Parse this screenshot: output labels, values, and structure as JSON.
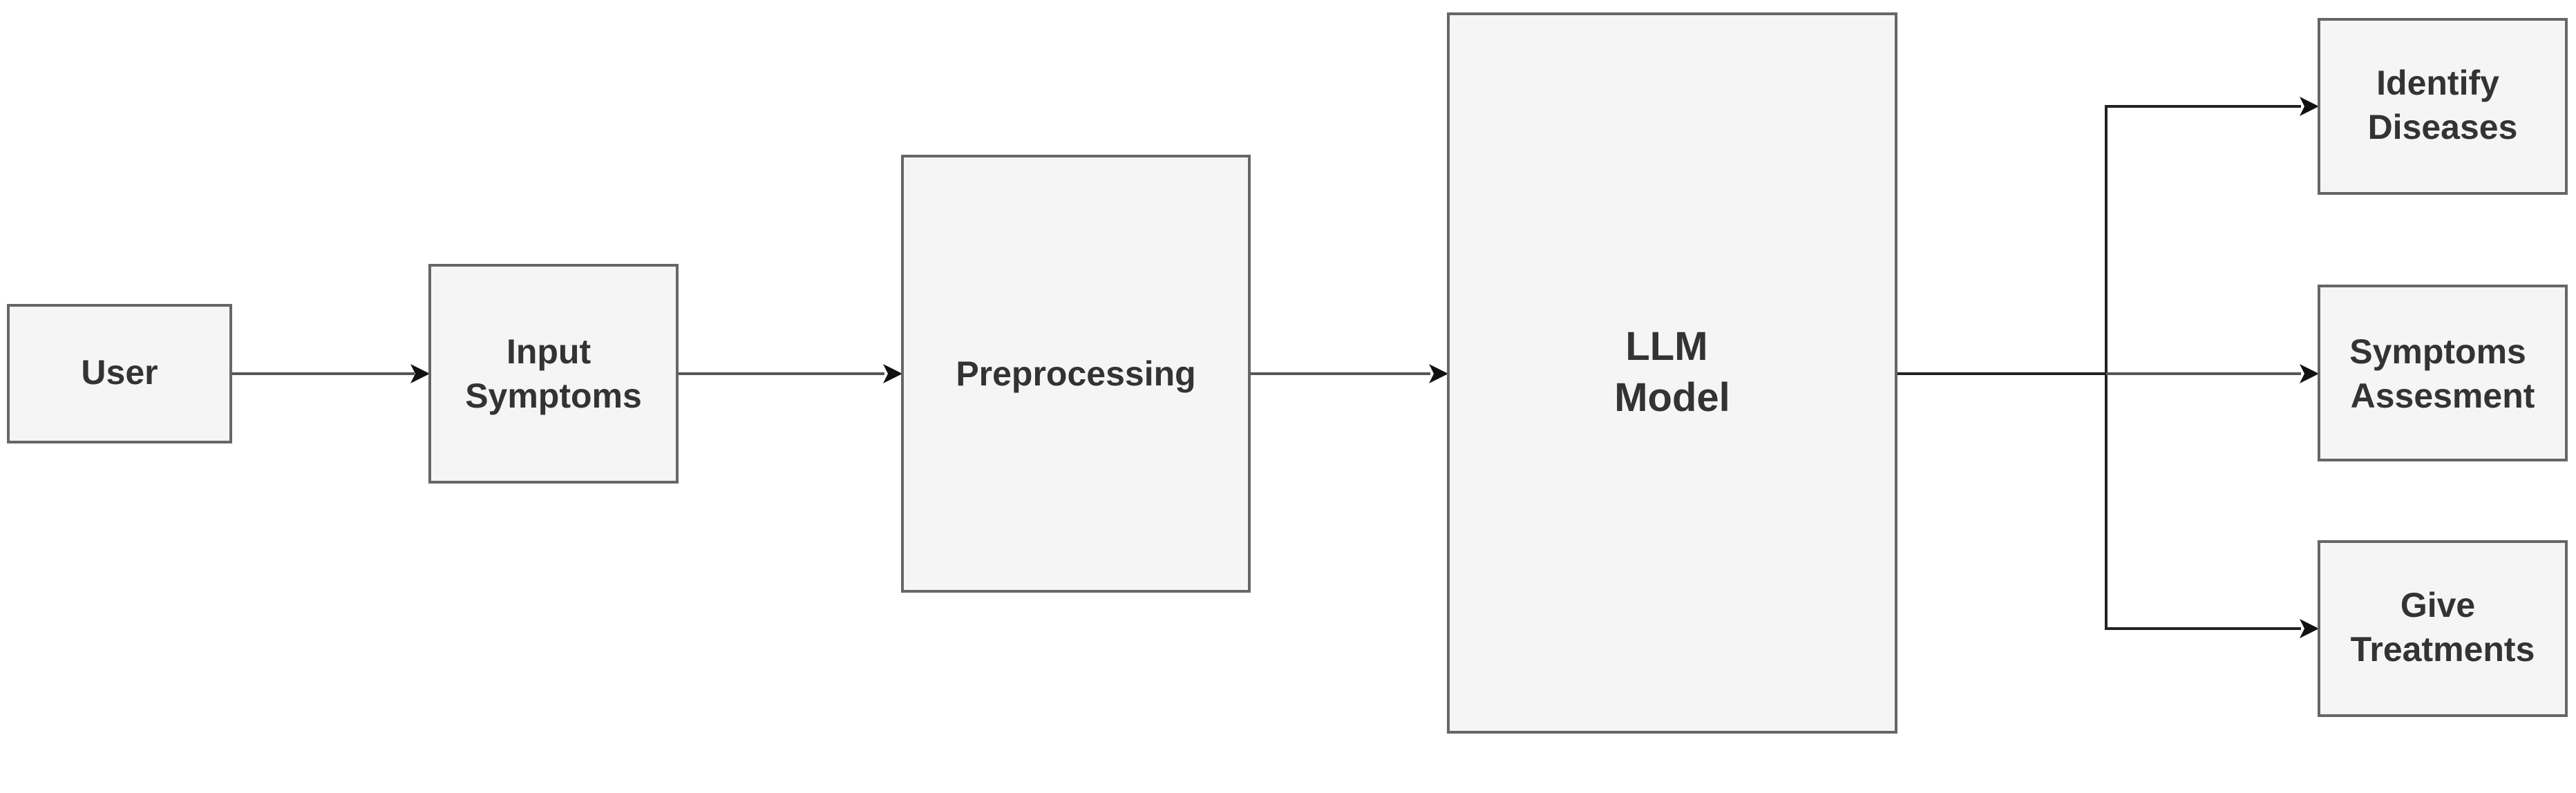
{
  "nodes": {
    "user": {
      "lines": [
        "User"
      ]
    },
    "input_symptoms": {
      "lines": [
        "Input",
        "Symptoms"
      ]
    },
    "preprocessing": {
      "lines": [
        "Preprocessing"
      ]
    },
    "llm_model": {
      "lines": [
        "LLM",
        "Model"
      ]
    },
    "identify_diseases": {
      "lines": [
        "Identify",
        "Diseases"
      ]
    },
    "symptoms_assessment": {
      "lines": [
        "Symptoms",
        "Assesment"
      ]
    },
    "give_treatments": {
      "lines": [
        "Give",
        "Treatments"
      ]
    }
  },
  "edges": [
    {
      "from": "user",
      "to": "input_symptoms"
    },
    {
      "from": "input_symptoms",
      "to": "preprocessing"
    },
    {
      "from": "preprocessing",
      "to": "llm_model"
    },
    {
      "from": "llm_model",
      "to": "identify_diseases"
    },
    {
      "from": "llm_model",
      "to": "symptoms_assessment"
    },
    {
      "from": "llm_model",
      "to": "give_treatments"
    }
  ],
  "colors": {
    "box_fill": "#f5f5f5",
    "box_stroke": "#666666",
    "text": "#333333",
    "edge": "#222222"
  }
}
